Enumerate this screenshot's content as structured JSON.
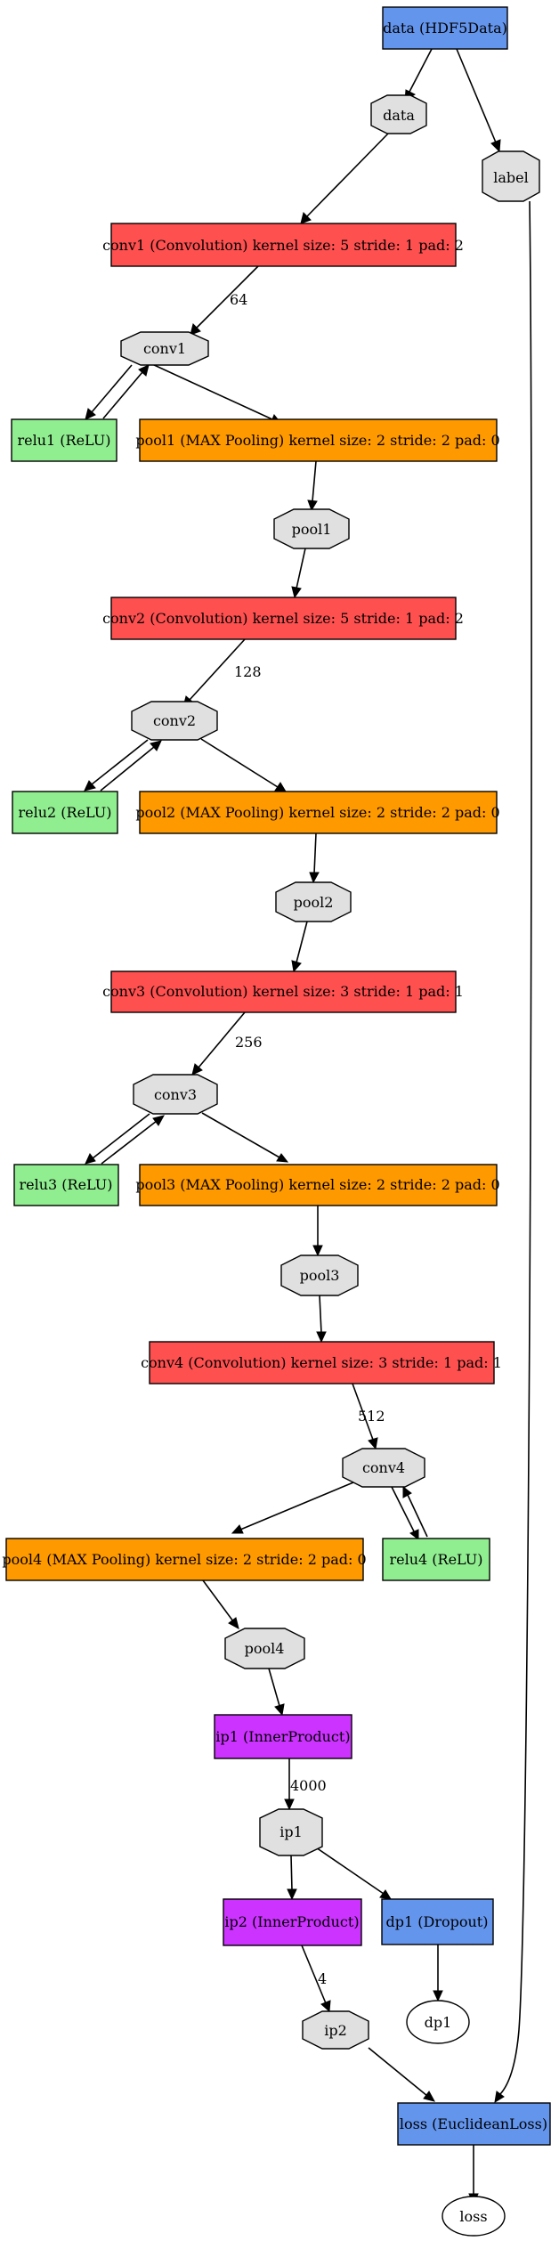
{
  "colors": {
    "data_layer": "#6495ed",
    "convolution": "#ff5050",
    "pooling": "#ff9900",
    "relu": "#90ee90",
    "inner_product": "#cc33ff",
    "blob": "#e0e0e0",
    "plain_blob": "#ffffff"
  },
  "layers": {
    "data": "data (HDF5Data)",
    "conv1": "conv1 (Convolution) kernel size: 5 stride: 1 pad: 2",
    "relu1": "relu1 (ReLU)",
    "pool1": "pool1 (MAX Pooling) kernel size: 2 stride: 2 pad: 0",
    "conv2": "conv2 (Convolution) kernel size: 5 stride: 1 pad: 2",
    "relu2": "relu2 (ReLU)",
    "pool2": "pool2 (MAX Pooling) kernel size: 2 stride: 2 pad: 0",
    "conv3": "conv3 (Convolution) kernel size: 3 stride: 1 pad: 1",
    "relu3": "relu3 (ReLU)",
    "pool3": "pool3 (MAX Pooling) kernel size: 2 stride: 2 pad: 0",
    "conv4": "conv4 (Convolution) kernel size: 3 stride: 1 pad: 1",
    "relu4": "relu4 (ReLU)",
    "pool4": "pool4 (MAX Pooling) kernel size: 2 stride: 2 pad: 0",
    "ip1": "ip1 (InnerProduct)",
    "ip2": "ip2 (InnerProduct)",
    "dp1": "dp1 (Dropout)",
    "loss": "loss (EuclideanLoss)"
  },
  "blobs": {
    "data": "data",
    "label": "label",
    "conv1": "conv1",
    "pool1": "pool1",
    "conv2": "conv2",
    "pool2": "pool2",
    "conv3": "conv3",
    "pool3": "pool3",
    "conv4": "conv4",
    "pool4": "pool4",
    "ip1": "ip1",
    "ip2": "ip2",
    "dp1": "dp1",
    "loss": "loss"
  },
  "edge_labels": {
    "conv1_out": "64",
    "conv2_out": "128",
    "conv3_out": "256",
    "conv4_out": "512",
    "ip1_out": "4000",
    "ip2_out": "4"
  }
}
